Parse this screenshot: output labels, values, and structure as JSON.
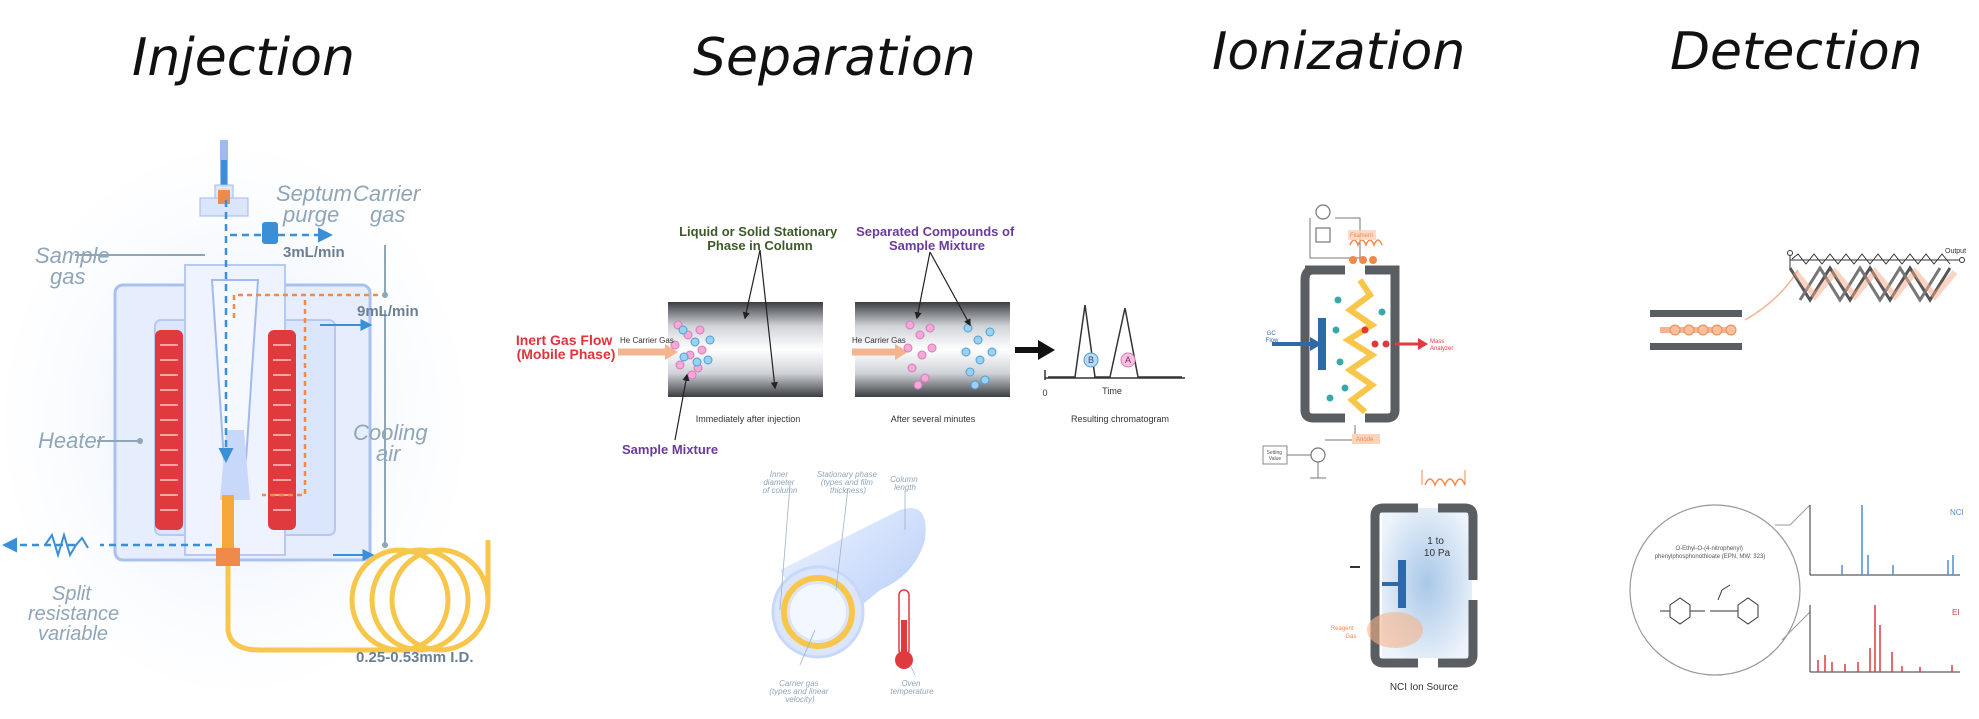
{
  "stages": {
    "injection": "Injection",
    "separation": "Separation",
    "ionization": "Ionization",
    "detection": "Detection"
  },
  "injection": {
    "septum_purge": [
      "Septum",
      "purge"
    ],
    "carrier_gas": [
      "Carrier",
      "gas"
    ],
    "sample_gas": [
      "Sample",
      "gas"
    ],
    "flow_3": "3mL/min",
    "flow_9": "9mL/min",
    "heater": "Heater",
    "cooling_air": [
      "Cooling",
      "air"
    ],
    "split": [
      "Split",
      "resistance",
      "variable"
    ],
    "column_id": "0.25-0.53mm I.D."
  },
  "separation": {
    "stationary_phase": [
      "Liquid or Solid Stationary",
      "Phase in Column"
    ],
    "separated": [
      "Separated Compounds of",
      "Sample Mixture"
    ],
    "inert_gas": [
      "Inert Gas Flow",
      "(Mobile Phase)"
    ],
    "he_carrier_1": "He Carrier Gas",
    "he_carrier_2": "He Carrier Gas",
    "sample_mixture": "Sample Mixture",
    "caption_1": "Immediately after injection",
    "caption_2": "After several minutes",
    "caption_3": "Resulting chromatogram",
    "time": "Time",
    "zero": "0",
    "peak_b": "B",
    "peak_a": "A",
    "inner_diameter": [
      "Inner",
      "diameter",
      "of column"
    ],
    "stationary_types": [
      "Stationary phase",
      "(types and film",
      "thickness)"
    ],
    "column_length": [
      "Column",
      "length"
    ],
    "carrier_gas_types": [
      "Carrier gas",
      "(types and linear",
      "velocity)"
    ],
    "oven_temp": [
      "Oven",
      "temperature"
    ]
  },
  "ionization": {
    "filament": "Filament",
    "gc_flow": [
      "GC",
      "Flow"
    ],
    "mass_analyzer": [
      "Mass",
      "Analyzer"
    ],
    "setting_value": [
      "Setting",
      "Value"
    ],
    "anode": "Anode",
    "pressure": [
      "1 to",
      "10 Pa"
    ],
    "reagent_gas": [
      "Reagent",
      "Gas"
    ],
    "nci_source": "NCI Ion Source"
  },
  "detection": {
    "output": "Output",
    "compound": [
      "O-Ethyl-O-(4-nitrophenyl)",
      "phenylphosphonothioate (EPN, MW: 323)"
    ],
    "nci": "NCI",
    "ei": "EI"
  },
  "colors": {
    "heater_red": "#e0393e",
    "tube_blue": "#3b8fd6",
    "carrier_orange": "#f08a4b",
    "column_yellow": "#f7c64a",
    "label_grey": "#8fa5b8",
    "inert_red": "#e2323a",
    "stationary_green": "#3a5a2a",
    "separated_purple": "#6a3c9a"
  }
}
